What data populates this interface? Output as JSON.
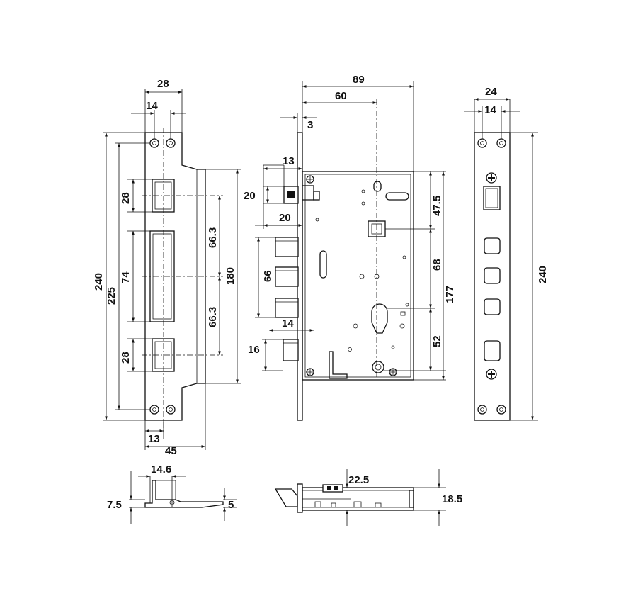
{
  "views": {
    "strike_front": {
      "dims": {
        "width_28": "28",
        "width_14": "14",
        "cut_28_top": "28",
        "cut_28_bottom": "28",
        "gap_74": "74",
        "h_240": "240",
        "h_225": "225",
        "d_66_3_top": "66.3",
        "d_66_3_bottom": "66.3",
        "h_180": "180",
        "w_13": "13",
        "w_45": "45"
      }
    },
    "lock_body": {
      "dims": {
        "w_89": "89",
        "w_60": "60",
        "w_3": "3",
        "w_13": "13",
        "h_20": "20",
        "w_20": "20",
        "h_66": "66",
        "w_14": "14",
        "h_16": "16",
        "h_47_5": "47.5",
        "h_68": "68",
        "h_177": "177",
        "h_52": "52"
      }
    },
    "faceplate": {
      "dims": {
        "w_24": "24",
        "w_14": "14",
        "h_240": "240"
      }
    },
    "strike_side": {
      "dims": {
        "w_14_6": "14.6",
        "h_7_5": "7.5",
        "h_5": "5"
      }
    },
    "lock_bottom": {
      "dims": {
        "d_22_5": "22.5",
        "h_18_5": "18.5"
      }
    }
  }
}
